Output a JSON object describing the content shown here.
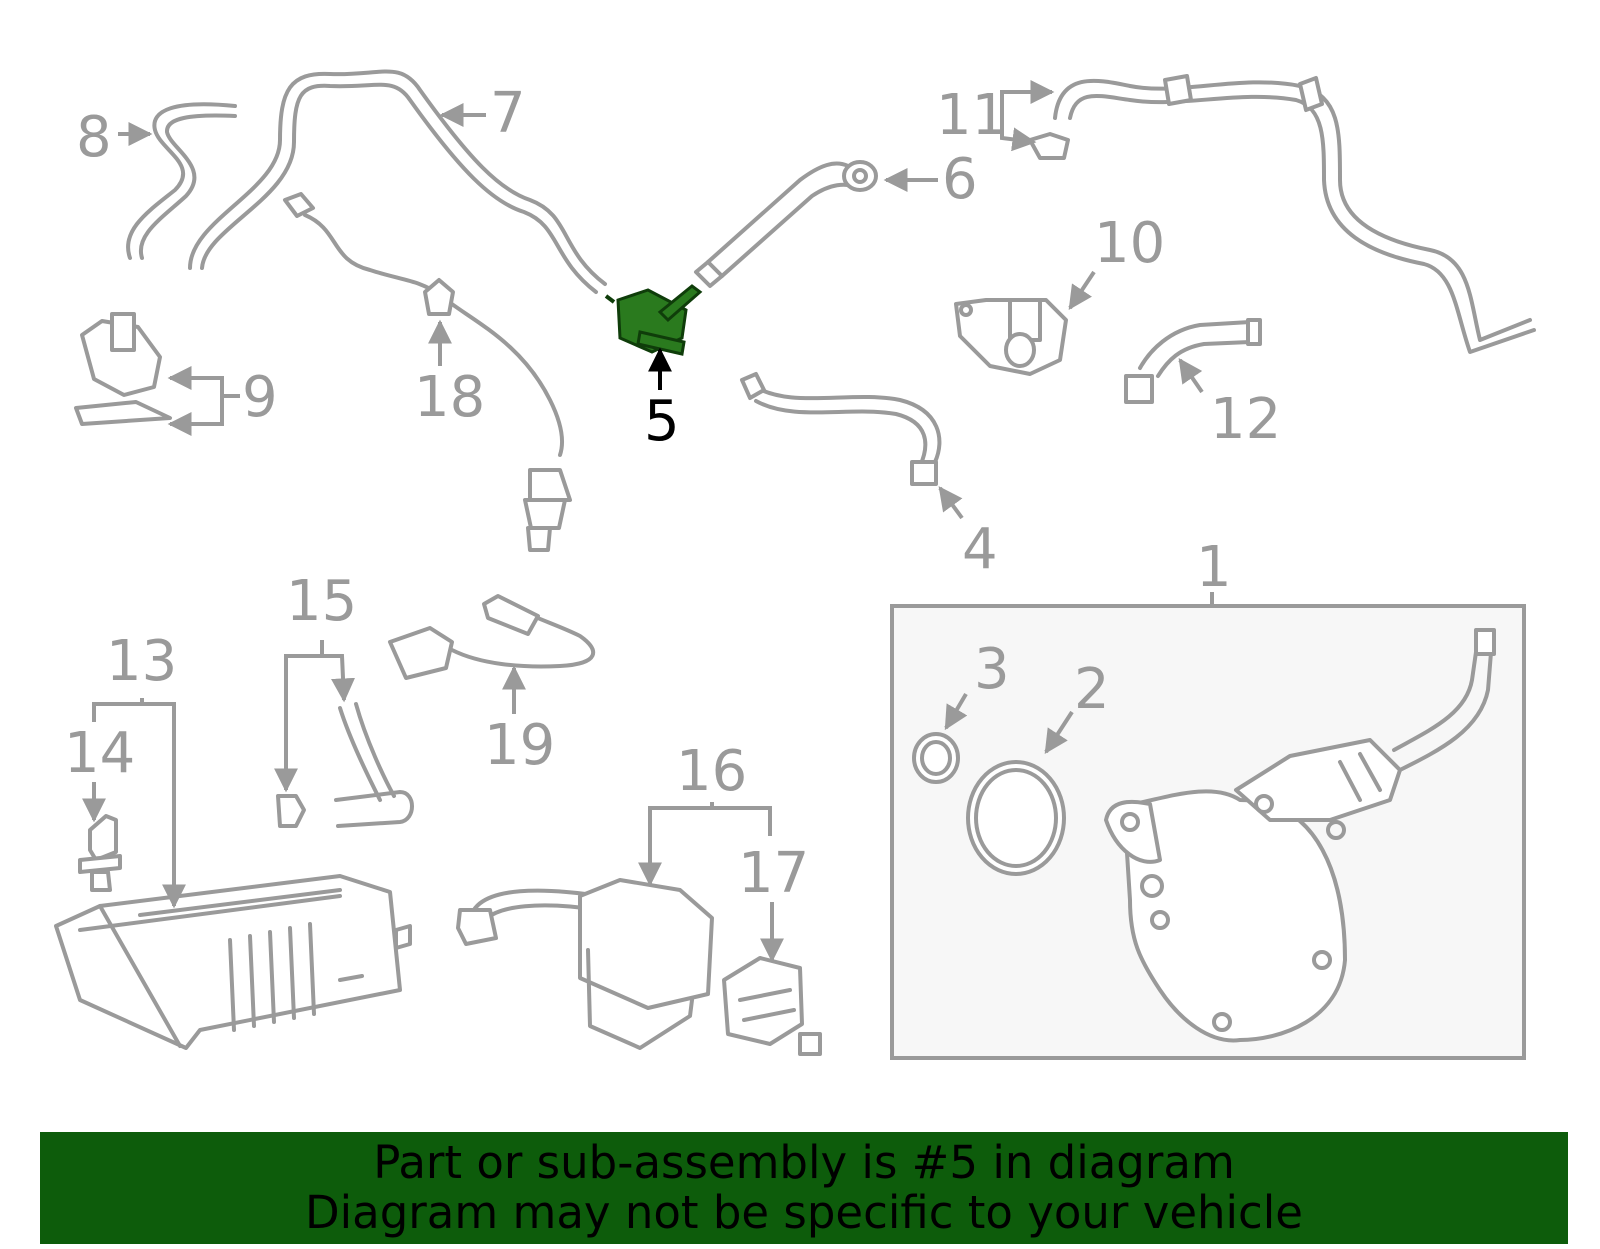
{
  "colors": {
    "line": "#9a9a9a",
    "highlight": "#2a7a1e",
    "highlight_stroke": "#0f3d0a",
    "banner_bg": "#0d5c0b",
    "box_bg": "#f7f7f7"
  },
  "callouts": {
    "c1": "1",
    "c2": "2",
    "c3": "3",
    "c4": "4",
    "c5": "5",
    "c6": "6",
    "c7": "7",
    "c8": "8",
    "c9": "9",
    "c10": "10",
    "c11": "11",
    "c12": "12",
    "c13": "13",
    "c14": "14",
    "c15": "15",
    "c16": "16",
    "c17": "17",
    "c18": "18",
    "c19": "19"
  },
  "highlighted_part": "5",
  "banner": {
    "line1": "Part or sub-assembly is #5 in diagram",
    "line2": "Diagram may not be specific to your vehicle"
  }
}
